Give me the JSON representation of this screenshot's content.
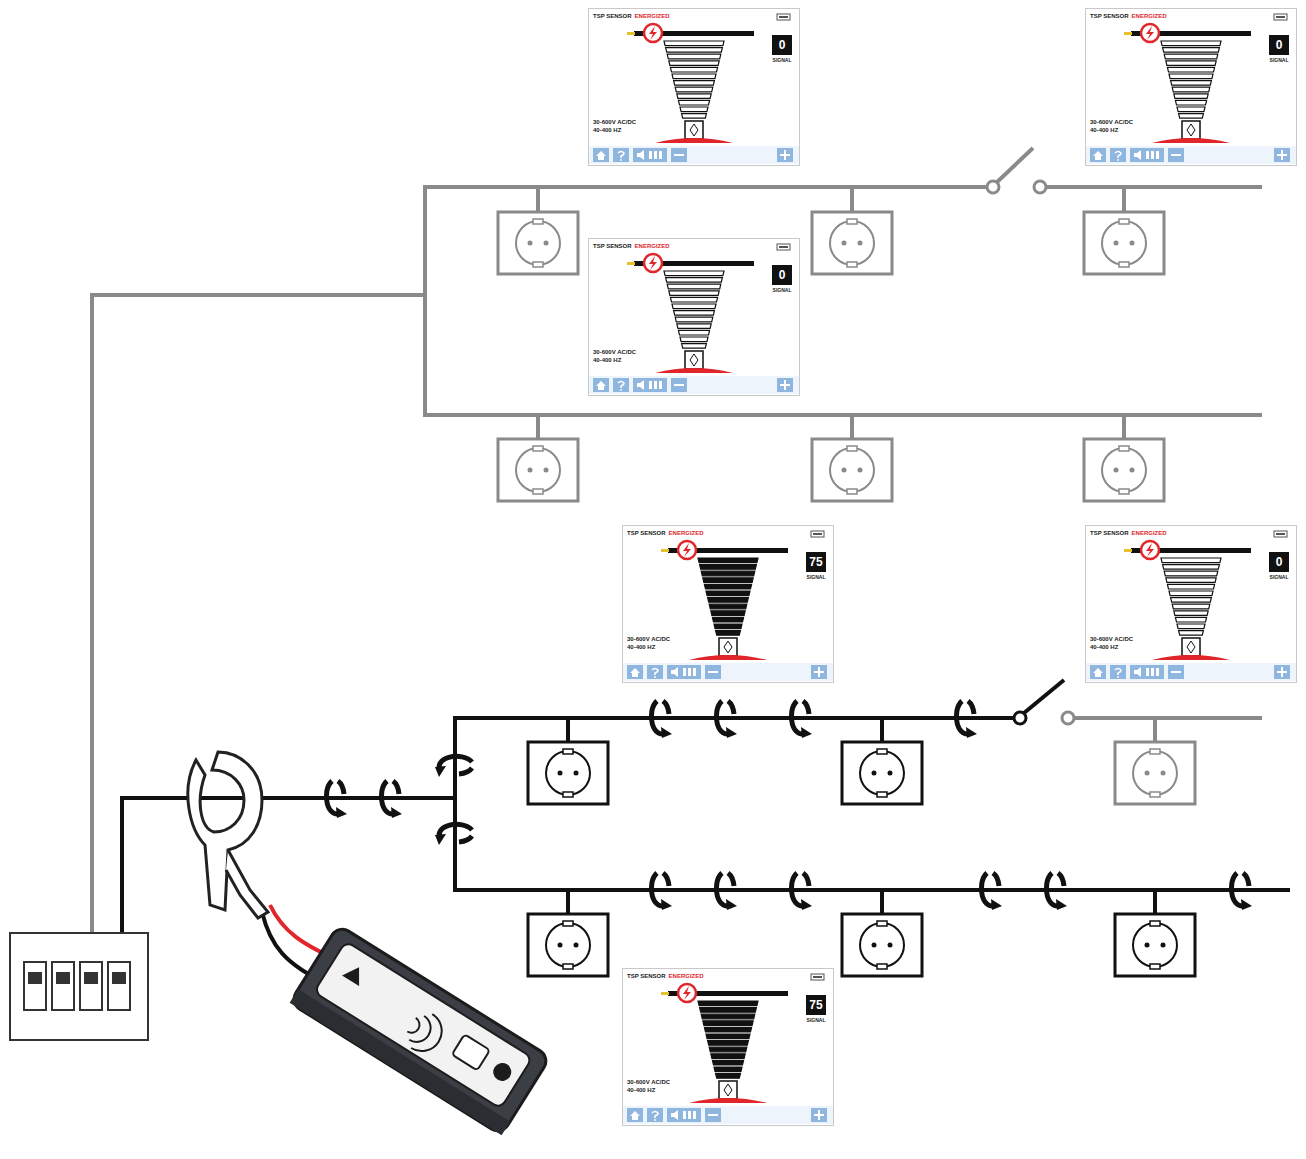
{
  "diagram": {
    "nodes": [
      {
        "text": [
          "TSP SENSOR",
          "ENERGIZED",
          "0",
          "SIGNAL",
          "30-600V AC/DC",
          "40-400 HZ"
        ]
      },
      {
        "text": [
          "TSP SENSOR",
          "ENERGIZED",
          "0",
          "SIGNAL",
          "30-600V AC/DC",
          "40-400 HZ"
        ]
      },
      {
        "text": [
          "TSP SENSOR",
          "ENERGIZED",
          "0",
          "SIGNAL",
          "30-600V AC/DC",
          "40-400 HZ"
        ]
      },
      {
        "text": [
          "TSP SENSOR",
          "ENERGIZED",
          "75",
          "SIGNAL",
          "30-600V AC/DC",
          "40-400 HZ"
        ]
      },
      {
        "text": [
          "TSP SENSOR",
          "ENERGIZED",
          "0",
          "SIGNAL",
          "30-600V AC/DC",
          "40-400 HZ"
        ]
      },
      {
        "text": [
          "TSP SENSOR",
          "ENERGIZED",
          "75",
          "SIGNAL",
          "30-600V AC/DC",
          "40-400 HZ"
        ]
      }
    ]
  }
}
